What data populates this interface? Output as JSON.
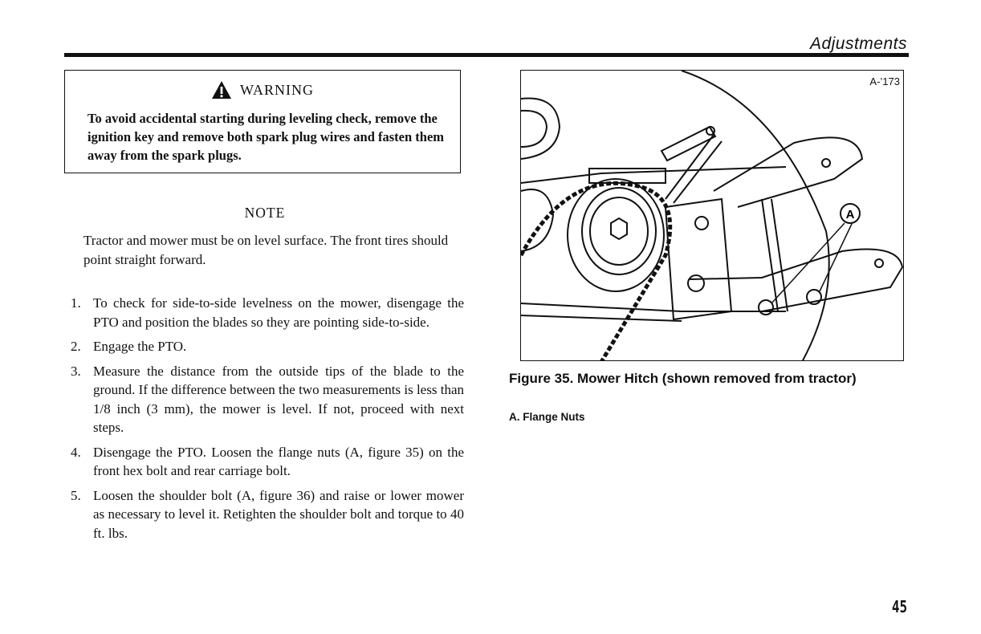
{
  "header": {
    "section": "Adjustments"
  },
  "warning": {
    "title": "WARNING",
    "text": "To avoid accidental starting during leveling check, remove the ignition key and remove both spark plug wires and fasten them away from the spark plugs."
  },
  "note": {
    "title": "NOTE",
    "text": "Tractor and mower must be on level surface. The front tires should point straight forward."
  },
  "steps": [
    {
      "num": "1.",
      "text": "To check for side-to-side levelness on the mower, disengage the PTO and position the blades so they are pointing side-to-side."
    },
    {
      "num": "2.",
      "text": "Engage the PTO."
    },
    {
      "num": "3.",
      "text": "Measure the distance from the outside tips of the blade to the ground. If the difference between the two measurements is less than 1/8 inch (3 mm), the mower is level. If not, proceed with next steps."
    },
    {
      "num": "4.",
      "text": "Disengage the PTO. Loosen the flange nuts (A, figure 35) on the front hex bolt and rear carriage bolt."
    },
    {
      "num": "5.",
      "text": "Loosen the shoulder bolt (A, figure 36) and raise or lower mower as necessary to level it. Retighten the shoulder bolt  and torque to 40 ft. lbs."
    }
  ],
  "figure": {
    "code": "A-’173",
    "callout": "A",
    "caption": "Figure 35. Mower Hitch (shown removed from tractor)",
    "legend": "A. Flange Nuts"
  },
  "page_number": "45"
}
